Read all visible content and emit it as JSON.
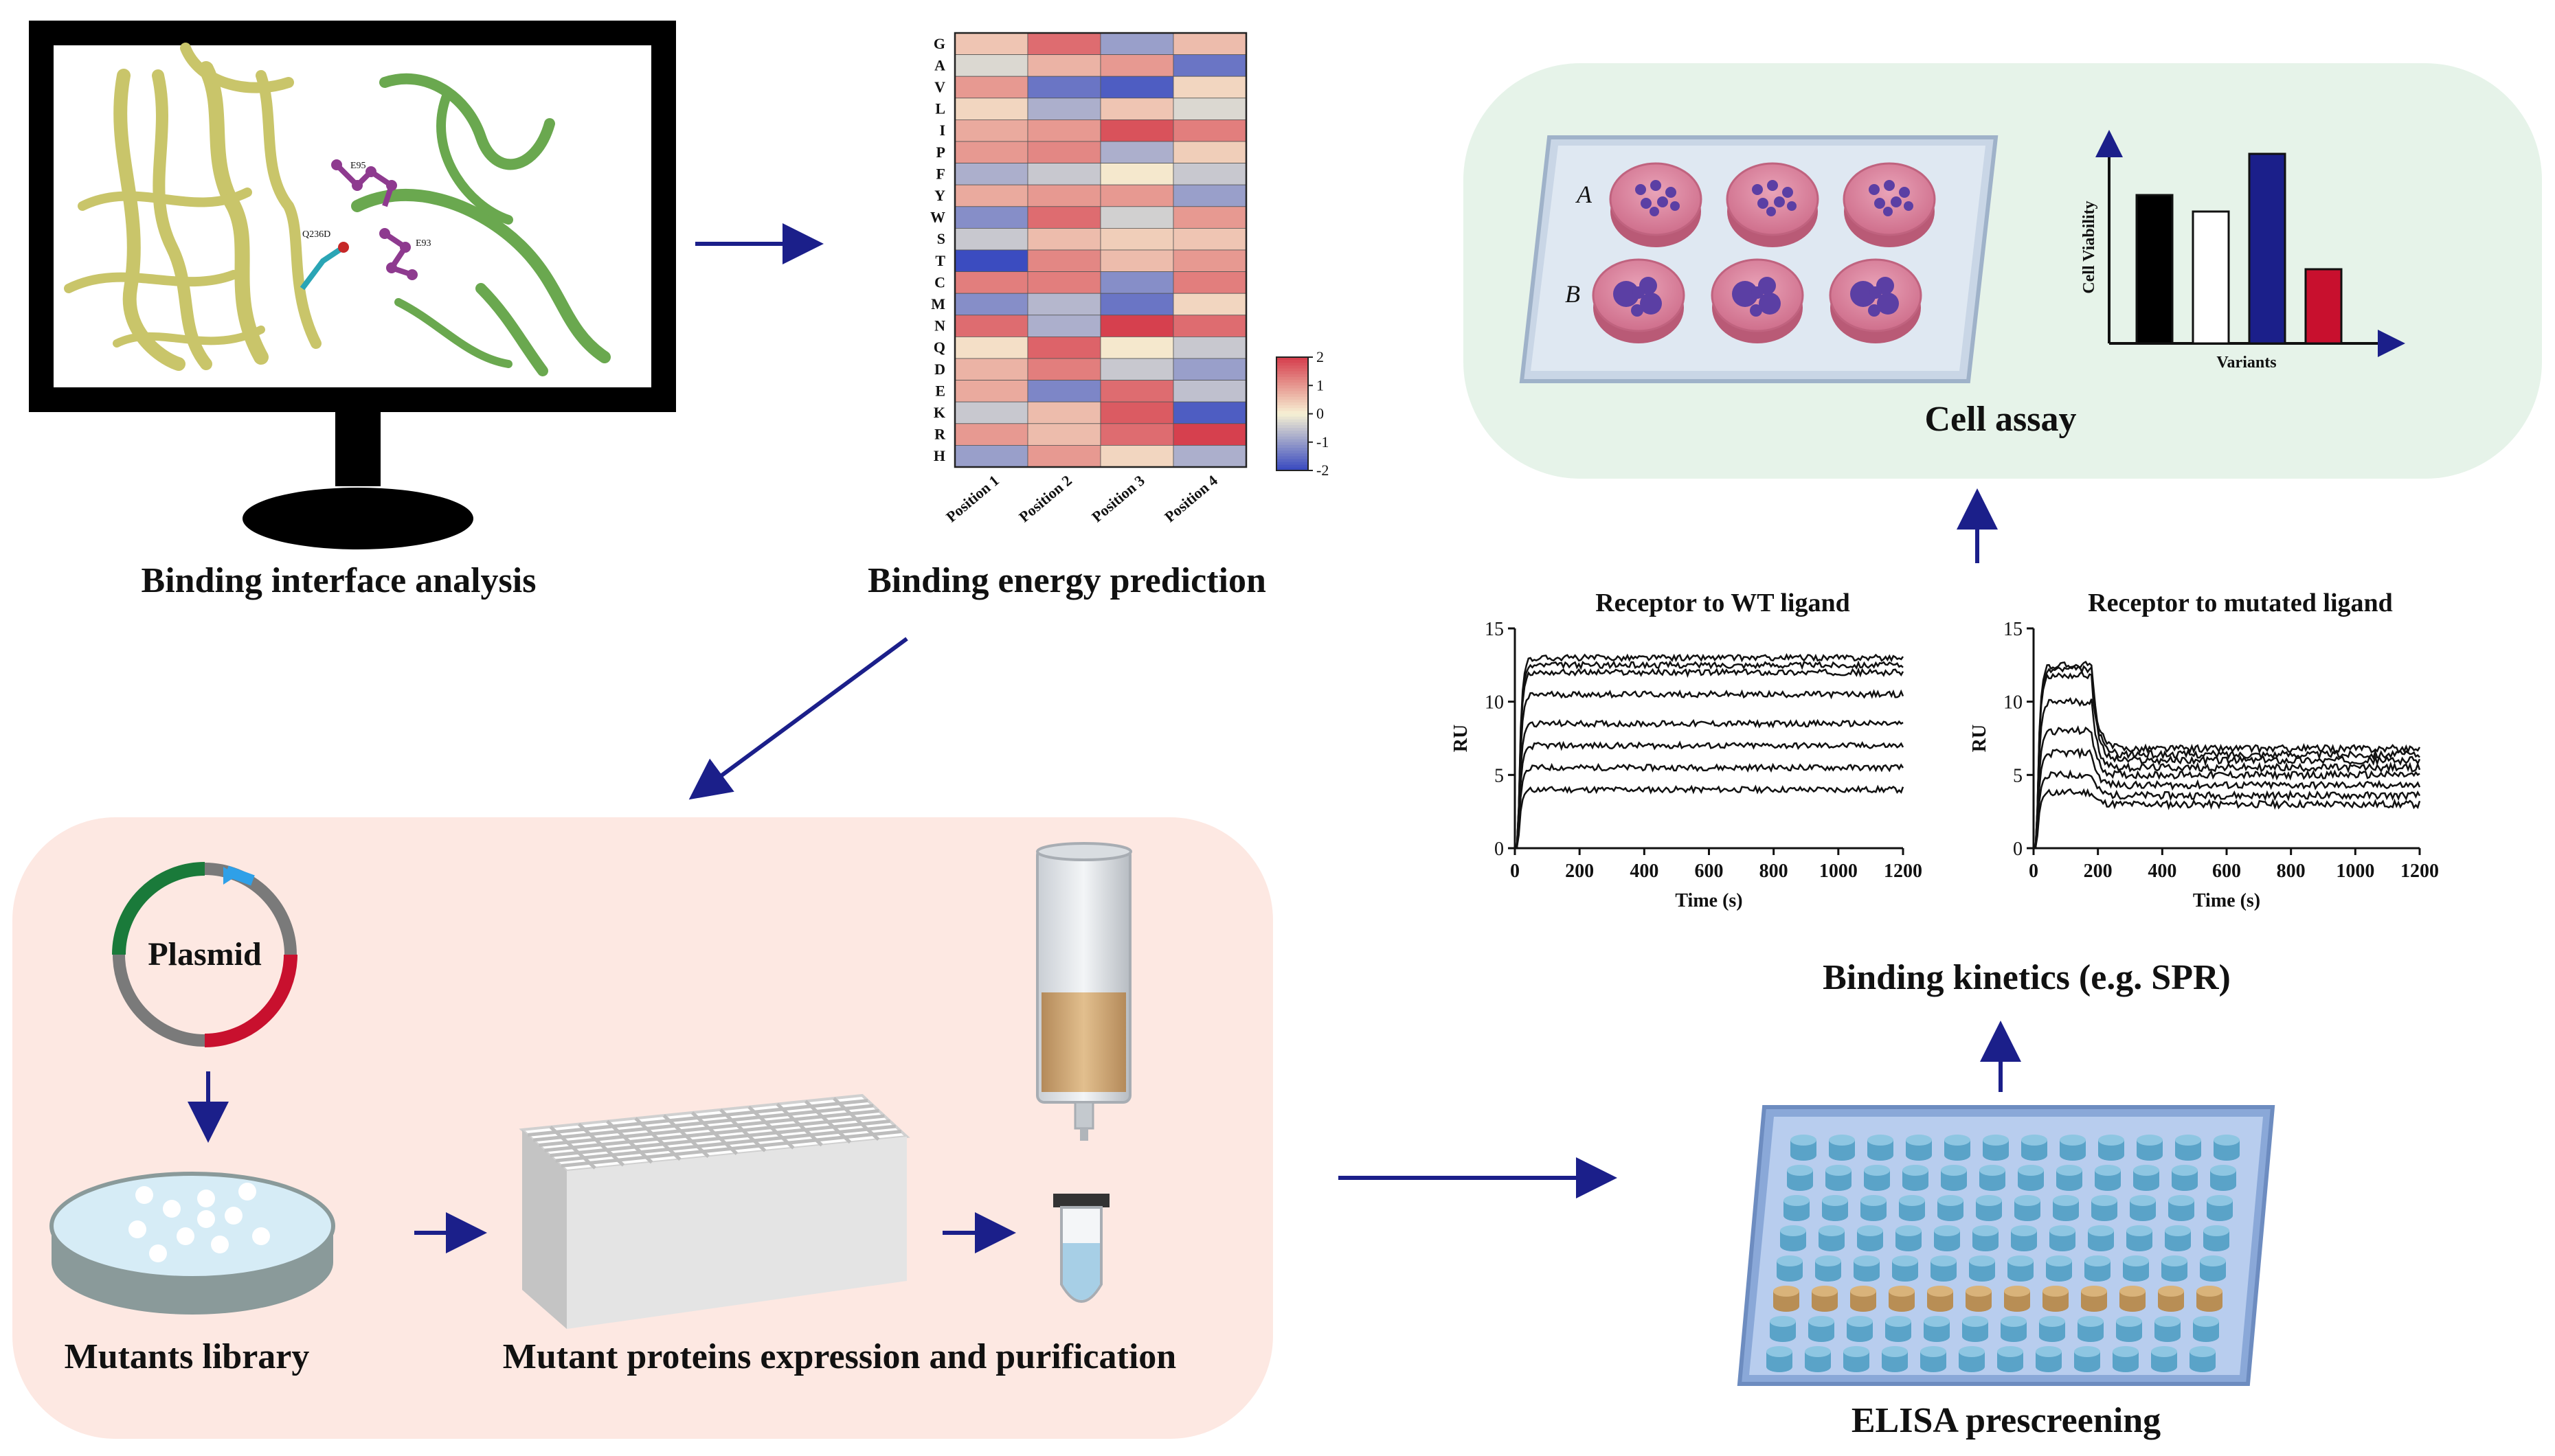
{
  "labels": {
    "binding_interface": "Binding interface analysis",
    "binding_energy": "Binding energy prediction",
    "cell_assay": "Cell assay",
    "binding_kinetics": "Binding kinetics (e.g. SPR)",
    "elisa": "ELISA prescreening",
    "mutants_library": "Mutants library",
    "expression": "Mutant proteins expression and purification",
    "plasmid": "Plasmid"
  },
  "structure": {
    "residue_labels": [
      "E95",
      "Q236D",
      "E93"
    ]
  },
  "cell_assay": {
    "row_labels": [
      "A",
      "B"
    ],
    "bar_chart": {
      "ylabel": "Cell Viability",
      "xlabel": "Variants",
      "bars": [
        {
          "value": 0.72,
          "color": "#000000"
        },
        {
          "value": 0.64,
          "color": "#ffffff"
        },
        {
          "value": 0.92,
          "color": "#1b1f8a"
        },
        {
          "value": 0.36,
          "color": "#c8102e"
        }
      ]
    }
  },
  "colors": {
    "arrow": "#1b1f8a",
    "cell_panel_bg": "#e6f3e9",
    "expression_panel_bg": "#fde8e2",
    "heat_low": "#3b4cc0",
    "heat_mid": "#f7f1d4",
    "heat_high": "#d6404e"
  },
  "chart_data": [
    {
      "type": "heatmap",
      "title": "",
      "rows": [
        "G",
        "A",
        "V",
        "L",
        "I",
        "P",
        "F",
        "Y",
        "W",
        "S",
        "T",
        "C",
        "M",
        "N",
        "Q",
        "D",
        "E",
        "K",
        "R",
        "H"
      ],
      "columns": [
        "Position 1",
        "Position 2",
        "Position 3",
        "Position 4"
      ],
      "values": [
        [
          0.5,
          1.5,
          -1.0,
          0.6
        ],
        [
          -0.3,
          0.7,
          1.0,
          -1.5
        ],
        [
          1.0,
          -1.5,
          -1.8,
          0.3
        ],
        [
          0.3,
          -0.8,
          0.5,
          -0.3
        ],
        [
          0.8,
          1.0,
          1.8,
          1.3
        ],
        [
          1.0,
          1.2,
          -0.8,
          0.4
        ],
        [
          -0.8,
          -0.5,
          0.1,
          -0.5
        ],
        [
          0.8,
          1.0,
          1.0,
          -1.0
        ],
        [
          -1.2,
          1.5,
          -0.4,
          1.0
        ],
        [
          -0.5,
          0.6,
          0.4,
          0.5
        ],
        [
          -2.0,
          1.2,
          0.6,
          1.0
        ],
        [
          1.3,
          1.3,
          -1.2,
          1.3
        ],
        [
          -1.2,
          -0.7,
          -1.5,
          0.3
        ],
        [
          1.5,
          -0.8,
          2.0,
          1.5
        ],
        [
          0.2,
          1.6,
          0.1,
          -0.5
        ],
        [
          0.7,
          1.3,
          -0.5,
          -1.0
        ],
        [
          0.8,
          -1.3,
          1.5,
          -0.6
        ],
        [
          -0.5,
          0.6,
          1.7,
          -1.8
        ],
        [
          1.0,
          0.6,
          1.5,
          2.0
        ],
        [
          -1.0,
          1.0,
          0.3,
          -0.8
        ]
      ],
      "colorbar": {
        "ticks": [
          2,
          1,
          0,
          -1,
          -2
        ],
        "range": [
          -2,
          2
        ]
      }
    },
    {
      "type": "line",
      "title": "Receptor to WT ligand",
      "xlabel": "Time (s)",
      "ylabel": "RU",
      "xlim": [
        0,
        1200
      ],
      "ylim": [
        0,
        15
      ],
      "xticks": [
        0,
        200,
        400,
        600,
        800,
        1000,
        1200
      ],
      "yticks": [
        0,
        5,
        10,
        15
      ],
      "injection_end_s": 100,
      "plateaus": [
        4,
        5.5,
        7,
        8.5,
        10.5,
        12,
        12.5,
        13
      ],
      "dissociation_fraction": 1.0,
      "noise": 0.25
    },
    {
      "type": "line",
      "title": "Receptor to mutated ligand",
      "xlabel": "Time (s)",
      "ylabel": "RU",
      "xlim": [
        0,
        1200
      ],
      "ylim": [
        0,
        15
      ],
      "xticks": [
        0,
        200,
        400,
        600,
        800,
        1000,
        1200
      ],
      "yticks": [
        0,
        5,
        10,
        15
      ],
      "injection_end_s": 180,
      "plateaus": [
        3.8,
        5,
        6.5,
        8,
        10,
        11.8,
        12.2,
        12.5
      ],
      "tail_values": [
        3.0,
        3.6,
        4.3,
        5.0,
        5.5,
        6.0,
        6.4,
        6.8
      ],
      "noise": 0.3
    }
  ]
}
